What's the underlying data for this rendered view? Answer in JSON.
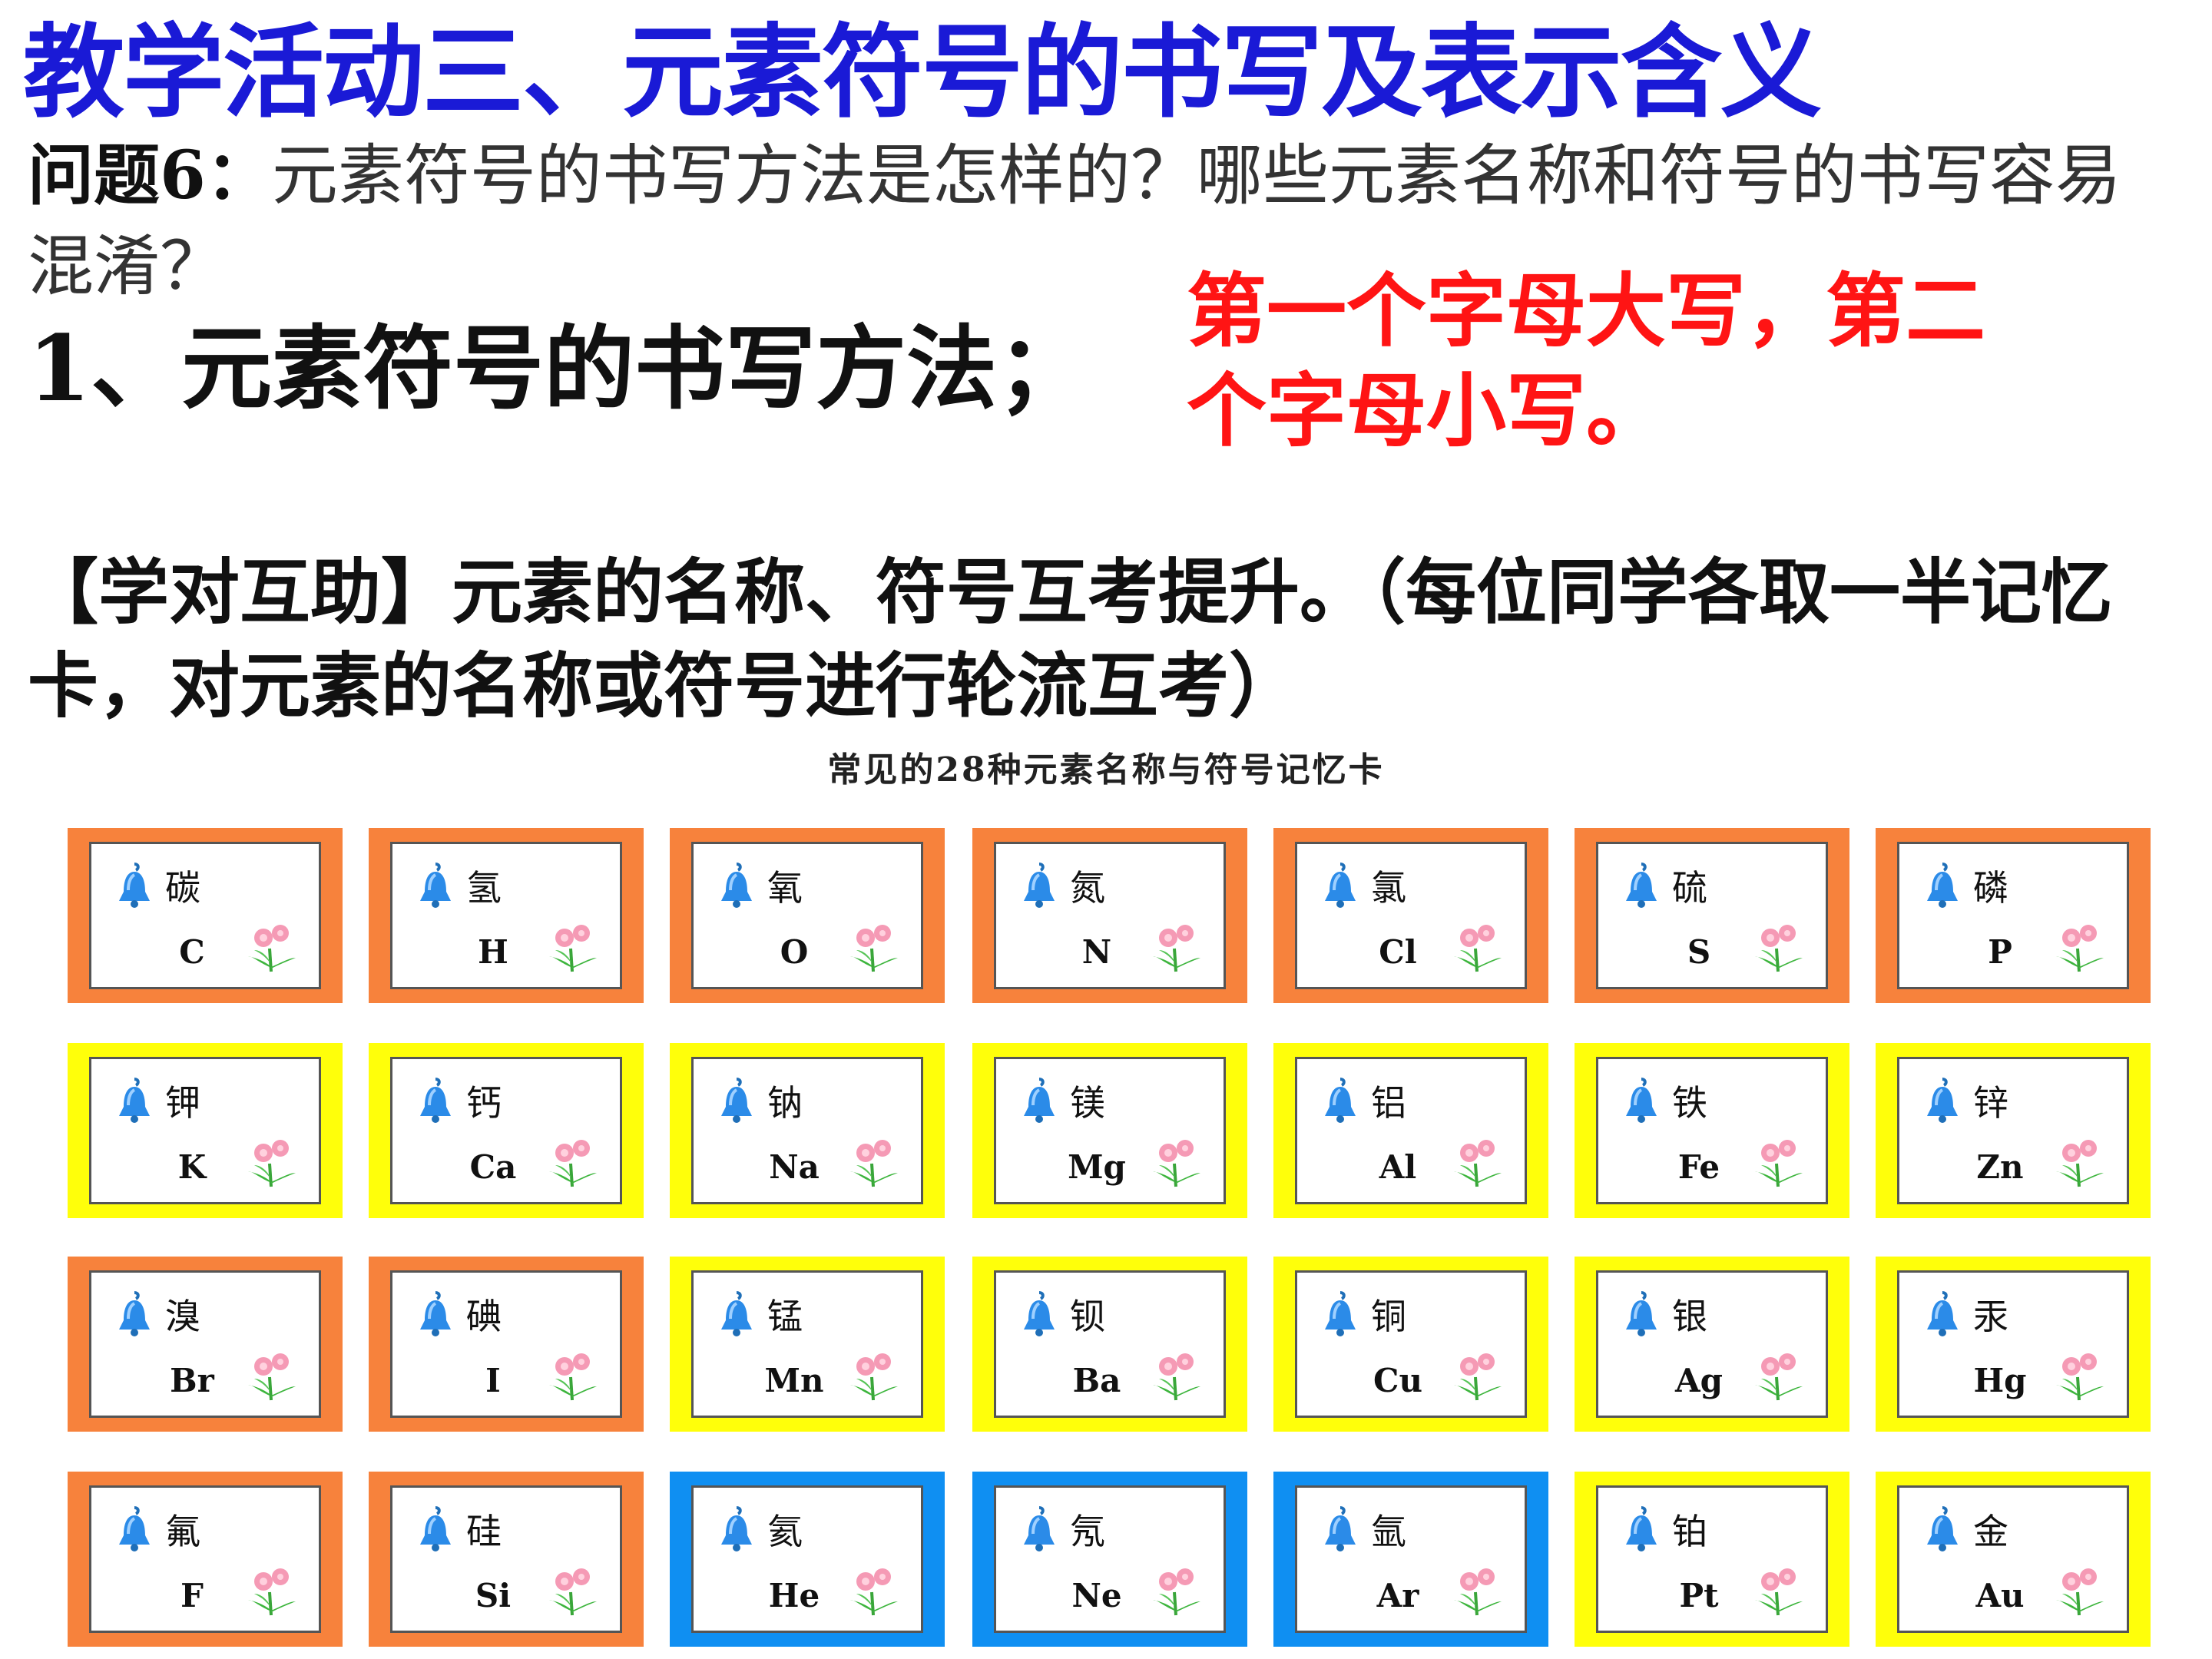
{
  "title": "教学活动三、元素符号的书写及表示含义",
  "question": {
    "label": "问题6：",
    "text": "元素符号的书写方法是怎样的？哪些元素名称和符号的书写容易混淆？"
  },
  "method_heading": "1、元素符号的书写方法；",
  "answer": "第一个字母大写，第二个字母小写。",
  "activity": "【学对互助】元素的名称、符号互考提升。（每位同学各取一半记忆卡，对元素的名称或符号进行轮流互考）",
  "card_section_title": "常见的28种元素名称与符号记忆卡",
  "colors": {
    "orange": "#f7823c",
    "yellow": "#ffff0a",
    "blue": "#0f8ff2",
    "title_blue": "#1a1ad6",
    "answer_red": "#ff1414"
  },
  "cards": [
    [
      {
        "name": "碳",
        "symbol": "C",
        "color": "orange"
      },
      {
        "name": "氢",
        "symbol": "H",
        "color": "orange"
      },
      {
        "name": "氧",
        "symbol": "O",
        "color": "orange"
      },
      {
        "name": "氮",
        "symbol": "N",
        "color": "orange"
      },
      {
        "name": "氯",
        "symbol": "Cl",
        "color": "orange"
      },
      {
        "name": "硫",
        "symbol": "S",
        "color": "orange"
      },
      {
        "name": "磷",
        "symbol": "P",
        "color": "orange"
      }
    ],
    [
      {
        "name": "钾",
        "symbol": "K",
        "color": "yellow"
      },
      {
        "name": "钙",
        "symbol": "Ca",
        "color": "yellow"
      },
      {
        "name": "钠",
        "symbol": "Na",
        "color": "yellow"
      },
      {
        "name": "镁",
        "symbol": "Mg",
        "color": "yellow"
      },
      {
        "name": "铝",
        "symbol": "Al",
        "color": "yellow"
      },
      {
        "name": "铁",
        "symbol": "Fe",
        "color": "yellow"
      },
      {
        "name": "锌",
        "symbol": "Zn",
        "color": "yellow"
      }
    ],
    [
      {
        "name": "溴",
        "symbol": "Br",
        "color": "orange"
      },
      {
        "name": "碘",
        "symbol": "I",
        "color": "orange"
      },
      {
        "name": "锰",
        "symbol": "Mn",
        "color": "yellow"
      },
      {
        "name": "钡",
        "symbol": "Ba",
        "color": "yellow"
      },
      {
        "name": "铜",
        "symbol": "Cu",
        "color": "yellow"
      },
      {
        "name": "银",
        "symbol": "Ag",
        "color": "yellow"
      },
      {
        "name": "汞",
        "symbol": "Hg",
        "color": "yellow"
      }
    ],
    [
      {
        "name": "氟",
        "symbol": "F",
        "color": "orange"
      },
      {
        "name": "硅",
        "symbol": "Si",
        "color": "orange"
      },
      {
        "name": "氦",
        "symbol": "He",
        "color": "blue"
      },
      {
        "name": "氖",
        "symbol": "Ne",
        "color": "blue"
      },
      {
        "name": "氩",
        "symbol": "Ar",
        "color": "blue"
      },
      {
        "name": "铂",
        "symbol": "Pt",
        "color": "yellow"
      },
      {
        "name": "金",
        "symbol": "Au",
        "color": "yellow"
      }
    ]
  ]
}
